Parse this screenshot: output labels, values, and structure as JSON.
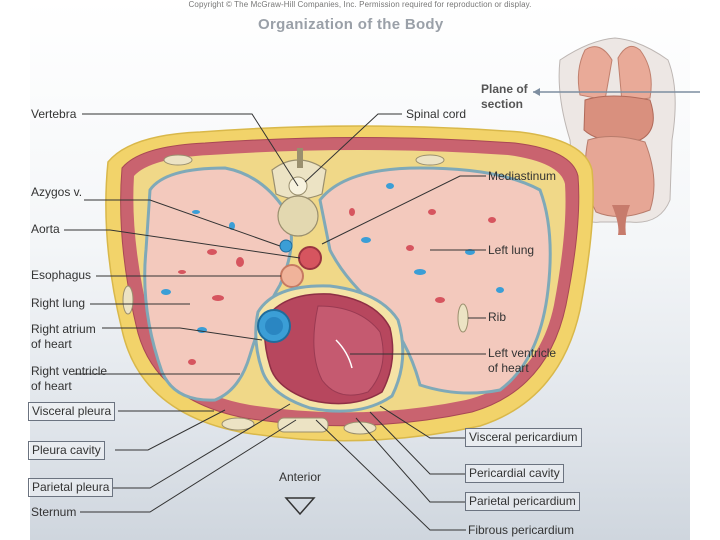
{
  "header": {
    "copyright": "Copyright © The McGraw-Hill Companies, Inc. Permission required for reproduction or display.",
    "title": "Organization of the Body"
  },
  "labels": {
    "vertebra": "Vertebra",
    "azygos": "Azygos v.",
    "aorta": "Aorta",
    "esophagus": "Esophagus",
    "right_lung": "Right lung",
    "right_atrium": "Right atrium\nof heart",
    "right_ventricle": "Right ventricle\nof heart",
    "visceral_pleura": "Visceral pleura",
    "pleural_cavity": "Pleura cavity",
    "parietal_pleura": "Parietal pleura",
    "sternum": "Sternum",
    "spinal_cord": "Spinal cord",
    "plane_of_section": "Plane of\nsection",
    "mediastinum": "Mediastinum",
    "left_lung": "Left lung",
    "rib": "Rib",
    "left_ventricle": "Left ventricle\nof heart",
    "visceral_pericardium": "Visceral pericardium",
    "pericardial_cavity": "Pericardial cavity",
    "parietal_pericardium": "Parietal pericardium",
    "fibrous_pericardium": "Fibrous pericardium",
    "anterior": "Anterior"
  },
  "colors": {
    "body_wall_yellow": "#f2d36a",
    "muscle_red": "#c9636f",
    "lung_pink": "#f3c9bd",
    "pleura_blue": "#7fa9b8",
    "heart_red": "#b7475e",
    "right_atrium_blue": "#3b9ed6",
    "bone_beige": "#ece3c4"
  }
}
